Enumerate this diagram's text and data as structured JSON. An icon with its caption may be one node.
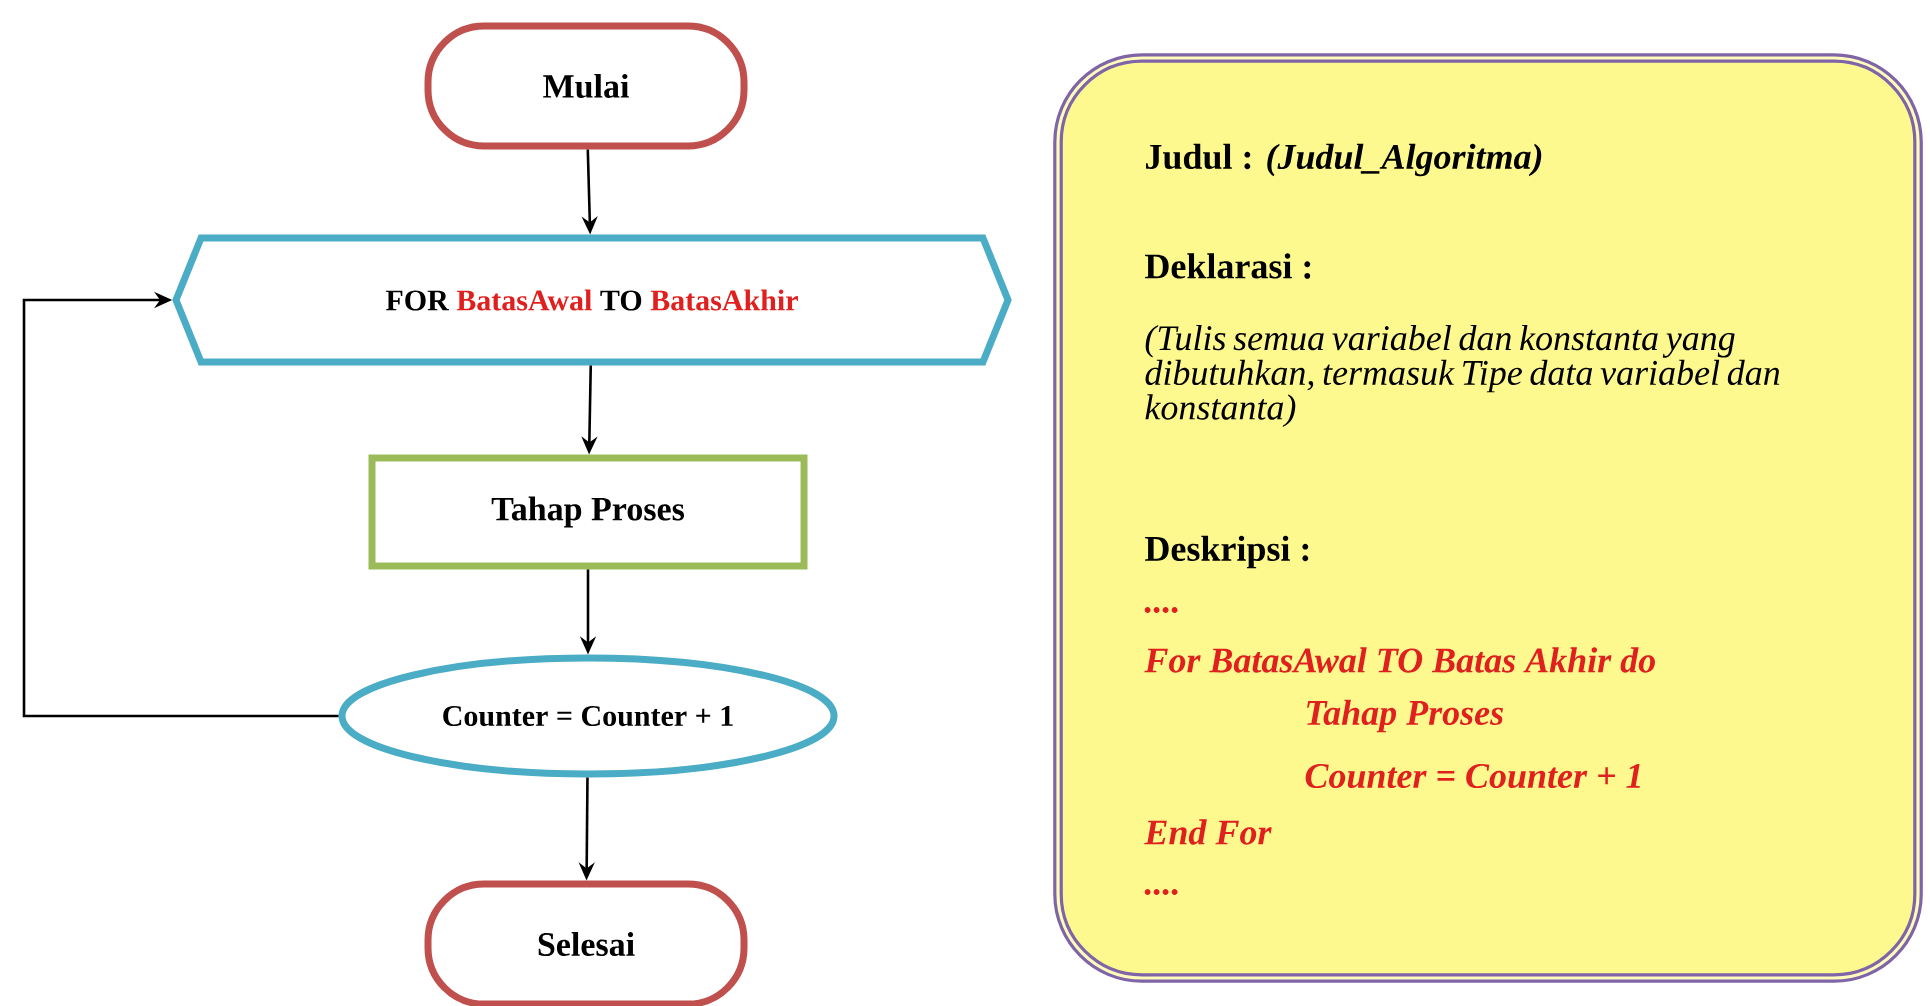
{
  "diagram": {
    "nodes": [
      {
        "text": [
          "Mulai"
        ]
      },
      {
        "text": [
          "FOR",
          "BatasAwal",
          "TO",
          "BatasAkhir"
        ]
      },
      {
        "text": [
          "Tahap Proses"
        ]
      },
      {
        "text": [
          "Counter = Counter + 1"
        ]
      },
      {
        "text": [
          "Selesai"
        ]
      },
      {
        "text": [
          "Judul : *(Judul_Algoritma)*",
          "Deklarasi :",
          "(Tulis semua variabel dan konstanta yang dibutuhkan, termasuk Tipe data variabel dan konstanta)",
          "Deskripsi :",
          "....",
          "For BatasAwal TO Batas Akhir do",
          "Tahap Proses",
          "Counter = Counter + 1",
          "End For",
          "...."
        ]
      }
    ],
    "edges": [
      {
        "from": 0,
        "to": 1,
        "arrow": "to"
      },
      {
        "from": 1,
        "to": 2,
        "arrow": "to"
      },
      {
        "from": 2,
        "to": 3,
        "arrow": "to"
      },
      {
        "from": 3,
        "to": 4,
        "arrow": "to"
      },
      {
        "from": 3,
        "to": 1,
        "arrow": "to"
      }
    ]
  }
}
